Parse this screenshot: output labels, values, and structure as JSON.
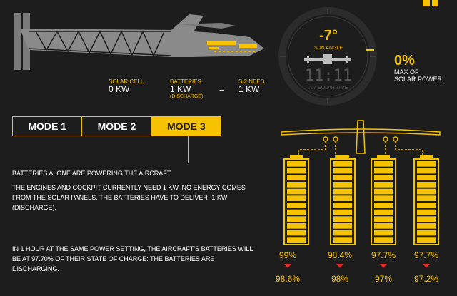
{
  "colors": {
    "accent": "#f7c300",
    "background": "#1d1d1d",
    "alert": "#e52620",
    "aircraft": "#8a8a8a"
  },
  "energy": {
    "solar_label": "SOLAR CELL",
    "solar_value": "0 KW",
    "batteries_label": "BATTERIES",
    "batteries_value": "1 KW",
    "batteries_sub": "(DISCHARGE)",
    "equals": "=",
    "need_label": "SI2 NEED",
    "need_value": "1 KW"
  },
  "sun": {
    "angle": "-7°",
    "angle_label": "SUN ANGLE",
    "time": "11:11",
    "time_label": "AM SOLAR TIME"
  },
  "solar_power": {
    "percent": "0%",
    "label_line1": "MAX OF",
    "label_line2": "SOLAR POWER"
  },
  "modes": [
    {
      "label": "MODE 1",
      "active": false
    },
    {
      "label": "MODE 2",
      "active": false
    },
    {
      "label": "MODE 3",
      "active": true
    }
  ],
  "description": {
    "heading": "BATTERIES ALONE ARE POWERING THE AIRCRAFT",
    "paragraph1": "THE ENGINES AND COCKPIT CURRENTLY NEED 1 KW. NO ENERGY COMES FROM THE SOLAR PANELS. THE BATTERIES HAVE TO DELIVER -1 KW (DISCHARGE).",
    "paragraph2": "IN 1 HOUR AT THE SAME POWER SETTING, THE AIRCRAFT'S BATTERIES WILL BE AT 97.70% OF THEIR STATE OF CHARGE: THE BATTERIES ARE DISCHARGING."
  },
  "batteries": [
    {
      "current": "99%",
      "projected": "98.6%",
      "level": 0.99
    },
    {
      "current": "98.4%",
      "projected": "98%",
      "level": 0.984
    },
    {
      "current": "97.7%",
      "projected": "97%",
      "level": 0.977
    },
    {
      "current": "97.7%",
      "projected": "97.2%",
      "level": 0.977
    }
  ],
  "icons": {
    "top_right": "square-buttons",
    "down_arrow": "triangle-down-icon"
  }
}
